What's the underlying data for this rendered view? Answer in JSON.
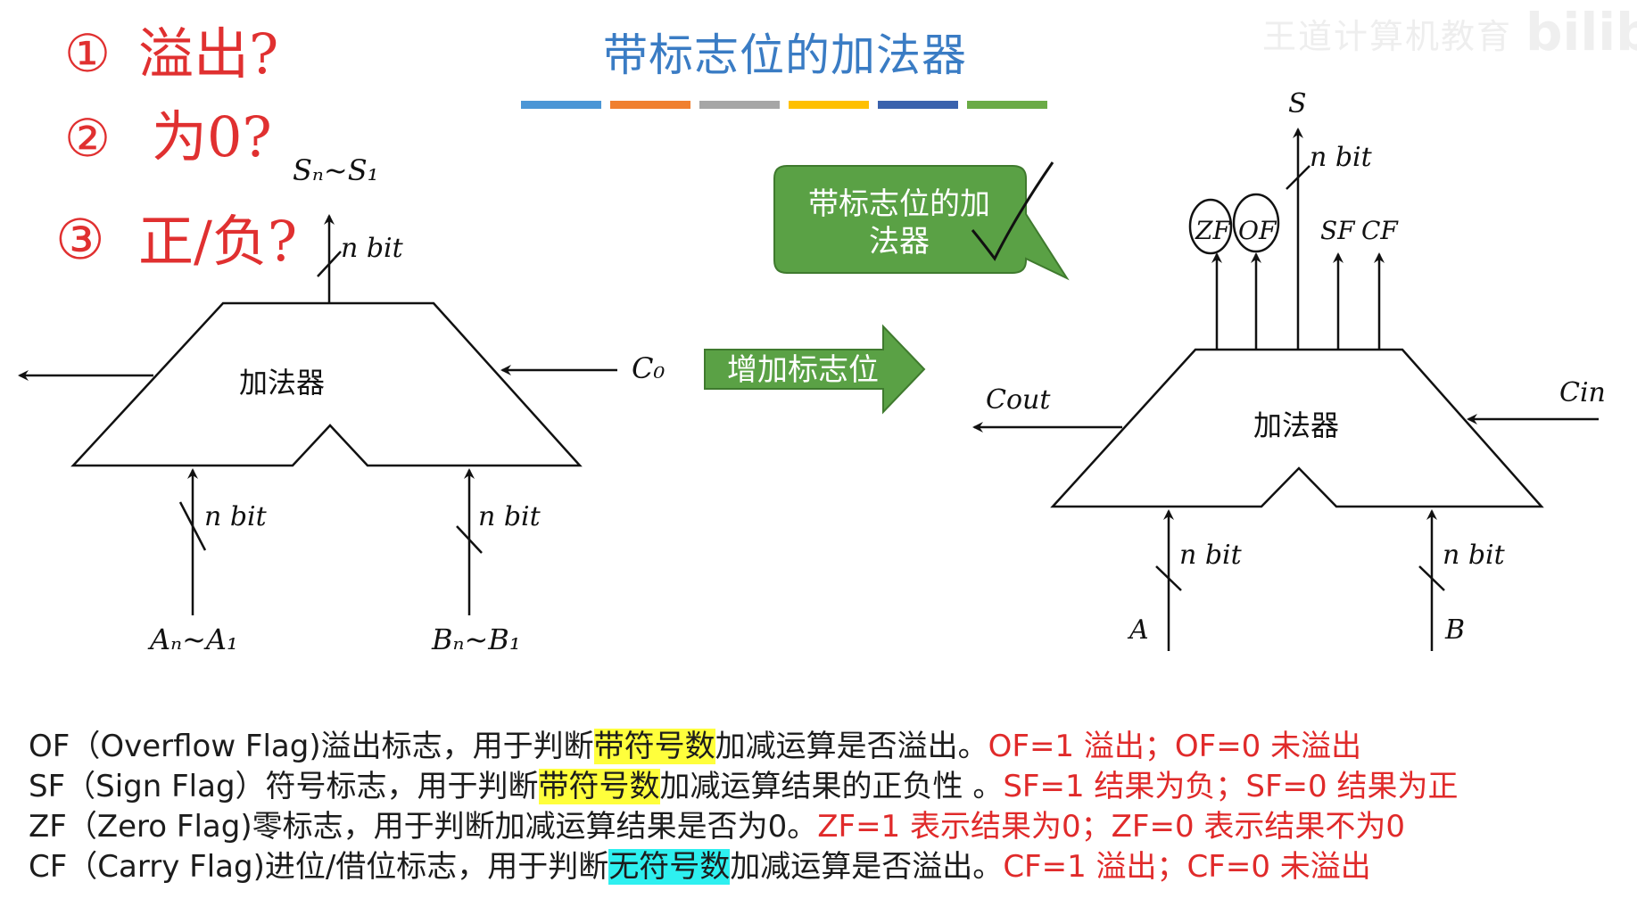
{
  "title": "带标志位的加法器",
  "watermark": {
    "text": "王道计算机教育",
    "logo": "bilibili"
  },
  "colors": {
    "title": "#3a7cc4",
    "callout_green": "#5aa145",
    "arrow_green": "#5aa145",
    "highlight_yellow": "#ffff3c",
    "highlight_cyan": "#2ef0f0",
    "red_text": "#e02a2a",
    "handwriting_red": "#e03030"
  },
  "stripe_colors": [
    "#4b96d6",
    "#f08030",
    "#a6a6a6",
    "#ffc000",
    "#3a62ad",
    "#6aab46"
  ],
  "handwritten_notes": [
    {
      "num": "①",
      "text": "溢出?"
    },
    {
      "num": "②",
      "text": "为0?"
    },
    {
      "num": "③",
      "text": "正/负?"
    }
  ],
  "left_adder": {
    "name": "加法器",
    "output": "Sₙ~S₁",
    "output_bits": "n bit",
    "input_a": "Aₙ~A₁",
    "input_a_bits": "n bit",
    "input_b": "Bₙ~B₁",
    "input_b_bits": "n bit",
    "carry_in": "C₀"
  },
  "callout": {
    "text_line1": "带标志位的加",
    "text_line2": "法器"
  },
  "middle_arrow": {
    "label": "增加标志位"
  },
  "right_adder": {
    "name": "加法器",
    "output": "S",
    "output_bits": "n bit",
    "flags_left": [
      "ZF",
      "OF"
    ],
    "flags_right": [
      "SF",
      "CF"
    ],
    "carry_out": "Cout",
    "carry_in": "Cin",
    "input_a": "A",
    "input_a_bits": "n bit",
    "input_b": "B",
    "input_b_bits": "n bit"
  },
  "footer": {
    "of": {
      "pre": "OF（Overflow Flag)溢出标志，用于判断",
      "hl": "带符号数",
      "post": "加减运算是否溢出。",
      "red": "OF=1 溢出；OF=0 未溢出"
    },
    "sf": {
      "pre": "SF（Sign Flag）符号标志，用于判断",
      "hl": "带符号数",
      "post": "加减运算结果的正负性 。",
      "red": "SF=1 结果为负；SF=0 结果为正"
    },
    "zf": {
      "pre": "ZF（Zero Flag)零标志，用于判断加减运算结果是否为0。",
      "red": "ZF=1 表示结果为0；ZF=0 表示结果不为0"
    },
    "cf": {
      "pre": "CF（Carry Flag)进位/借位标志，用于判断",
      "hl": "无符号数",
      "post": "加减运算是否溢出。",
      "red": "CF=1 溢出；CF=0 未溢出"
    }
  }
}
